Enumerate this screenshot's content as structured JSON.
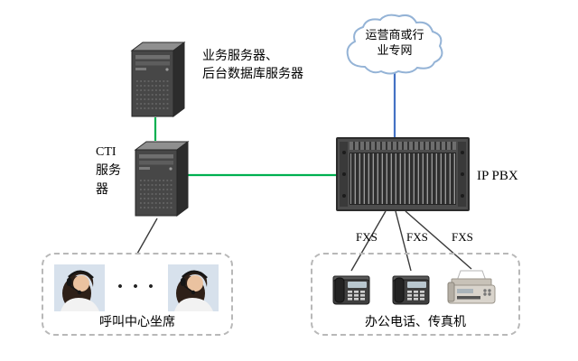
{
  "nodes": {
    "business_server": {
      "line1": "业务服务器、",
      "line2": "后台数据库服务器"
    },
    "cti_server": {
      "line1": "CTI",
      "line2": "服务",
      "line3": "器"
    },
    "cloud": {
      "line1": "运营商或行",
      "line2": "业专网"
    },
    "ippbx": {
      "label": "IP PBX"
    },
    "fxs": [
      "FXS",
      "FXS",
      "FXS"
    ],
    "call_center": {
      "label": "呼叫中心坐席",
      "dots": "• • •"
    },
    "office": {
      "label": "办公电话、传真机"
    }
  },
  "colors": {
    "line_green": "#00b050",
    "line_blue": "#4472c4",
    "line_black": "#3a3a3a",
    "cloud_stroke": "#94b3d6",
    "box_border": "#b8b8b8"
  }
}
